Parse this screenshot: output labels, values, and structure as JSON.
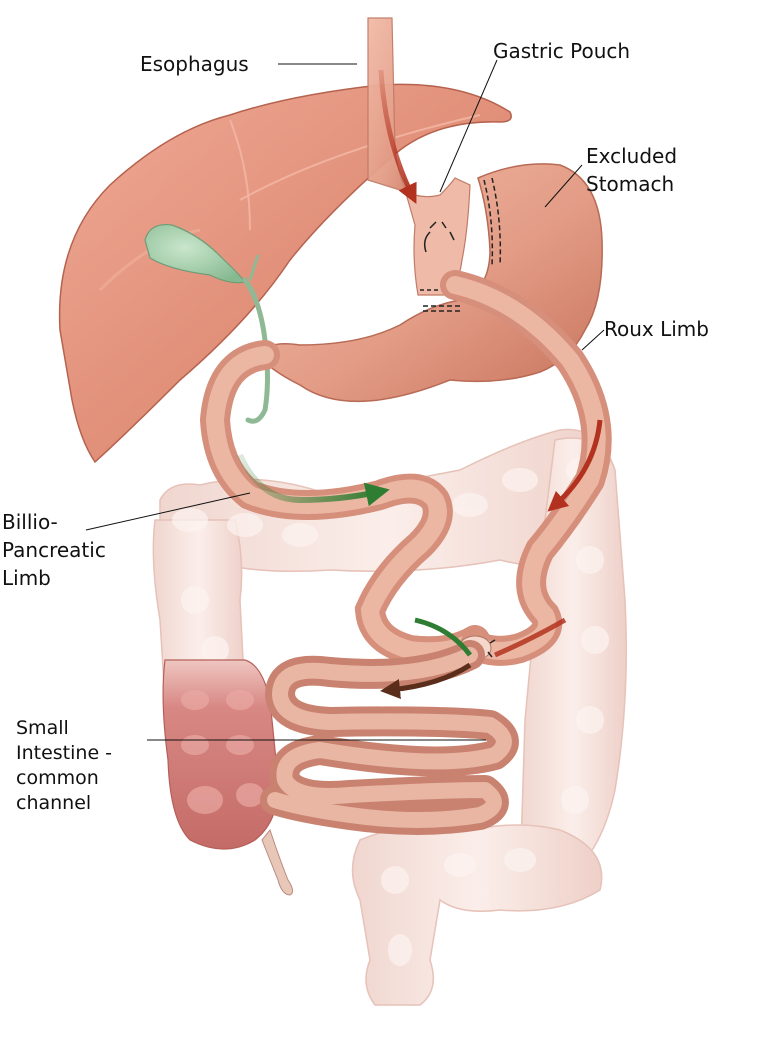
{
  "diagram": {
    "subject": "Roux-en-Y gastric bypass anatomy",
    "colors": {
      "organ": "#e5a08b",
      "organ_dark": "#c8765f",
      "organ_light": "#f3c3b2",
      "liver": "#e0927c",
      "gallbladder": "#9cc9a4",
      "colon": "#f4dcd6",
      "cecum": "#cd7873",
      "food_arrow": "#b3321f",
      "bile_arrow": "#2e7d32",
      "mixed_arrow": "#5b2e1c",
      "leader_line": "#111111"
    },
    "labels": [
      {
        "id": "esophagus",
        "text": "Esophagus"
      },
      {
        "id": "gastric-pouch",
        "text": "Gastric Pouch"
      },
      {
        "id": "excluded-stomach",
        "text": "Excluded\nStomach"
      },
      {
        "id": "roux-limb",
        "text": "Roux Limb"
      },
      {
        "id": "biliopancreatic-limb",
        "text": "Billio-\nPancreatic\nLimb"
      },
      {
        "id": "common-channel",
        "text": "Small\nIntestine -\ncommon\nchannel"
      }
    ],
    "flow_arrows": [
      {
        "id": "food-esophagus",
        "meaning": "food path",
        "color": "#b3321f"
      },
      {
        "id": "food-roux",
        "meaning": "food path",
        "color": "#b3321f"
      },
      {
        "id": "bile-bp-limb",
        "meaning": "bile/pancreatic juice path",
        "color": "#2e7d32"
      },
      {
        "id": "mixed-common",
        "meaning": "mixed flow",
        "color": "#5b2e1c"
      }
    ]
  }
}
